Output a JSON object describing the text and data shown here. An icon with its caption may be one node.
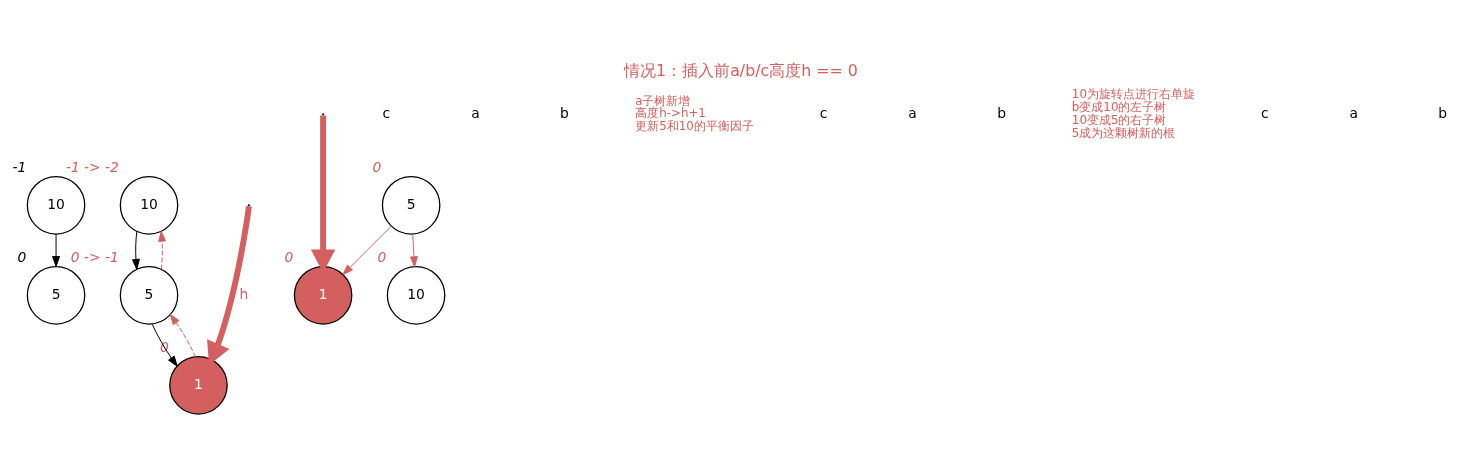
{
  "diagram": {
    "title": "情况1：插入前a/b/c高度h == 0",
    "nodes": [
      {
        "text": [
          "10"
        ],
        "beside": [
          "-1"
        ]
      },
      {
        "text": [
          "5"
        ],
        "beside": [
          "0"
        ]
      },
      {
        "text": [
          "10"
        ],
        "beside": [
          "-1 -> -2"
        ]
      },
      {
        "text": [
          "5"
        ],
        "beside": [
          "0 -> -1"
        ]
      },
      {
        "text": [
          "1"
        ],
        "beside": [
          "0"
        ]
      },
      {
        "text": [
          "5"
        ],
        "beside": [
          "0"
        ]
      },
      {
        "text": [
          "1"
        ],
        "beside": [
          "0"
        ]
      },
      {
        "text": [
          "10"
        ],
        "beside": [
          "0"
        ]
      }
    ],
    "edges": [
      {
        "from": 0,
        "to": 1,
        "arrow": "to",
        "color": "#000000"
      },
      {
        "from": 2,
        "to": 3,
        "arrow": "to",
        "color": "#000000"
      },
      {
        "from": 3,
        "to": 4,
        "arrow": "to",
        "color": "#000000"
      },
      {
        "from": 4,
        "to": 3,
        "arrow": "to",
        "style": "dashed",
        "color": "#d45f5f"
      },
      {
        "from": 3,
        "to": 2,
        "arrow": "to",
        "style": "dashed",
        "color": "#d45f5f"
      },
      {
        "from": null,
        "to": 4,
        "arrow": "to",
        "label": "h",
        "style": "thick",
        "color": "#d45f5f"
      },
      {
        "from": null,
        "to": 6,
        "arrow": "to",
        "style": "thick",
        "color": "#d45f5f"
      },
      {
        "from": 5,
        "to": 6,
        "arrow": "to",
        "color": "#d45f5f"
      },
      {
        "from": 5,
        "to": 7,
        "arrow": "to",
        "color": "#d45f5f"
      }
    ],
    "labels": [
      "c",
      "a",
      "b",
      "a子树新增高度h->h+1更新5和10的平衡因子",
      "c",
      "a",
      "b",
      "10为旋转点进行右单旋b变成10的左子树10变成5的右子树5成为这颗树新的根",
      "c",
      "a",
      "b"
    ]
  }
}
